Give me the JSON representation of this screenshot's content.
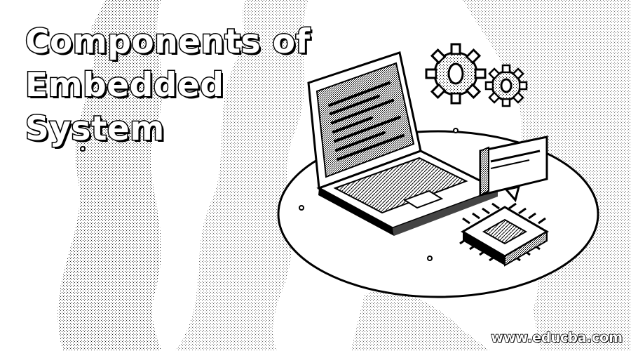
{
  "title": {
    "line1": "Components of",
    "line2": "Embedded",
    "line3": "System"
  },
  "footer": {
    "website": "www.educba.com"
  },
  "illustration": {
    "icons": [
      "laptop-icon",
      "gear-icon",
      "chat-bubble-icon",
      "microchip-icon",
      "platform-disc-icon"
    ]
  },
  "colors": {
    "background": "#ffffff",
    "ink": "#000000",
    "texture": "#9a9a9a"
  }
}
